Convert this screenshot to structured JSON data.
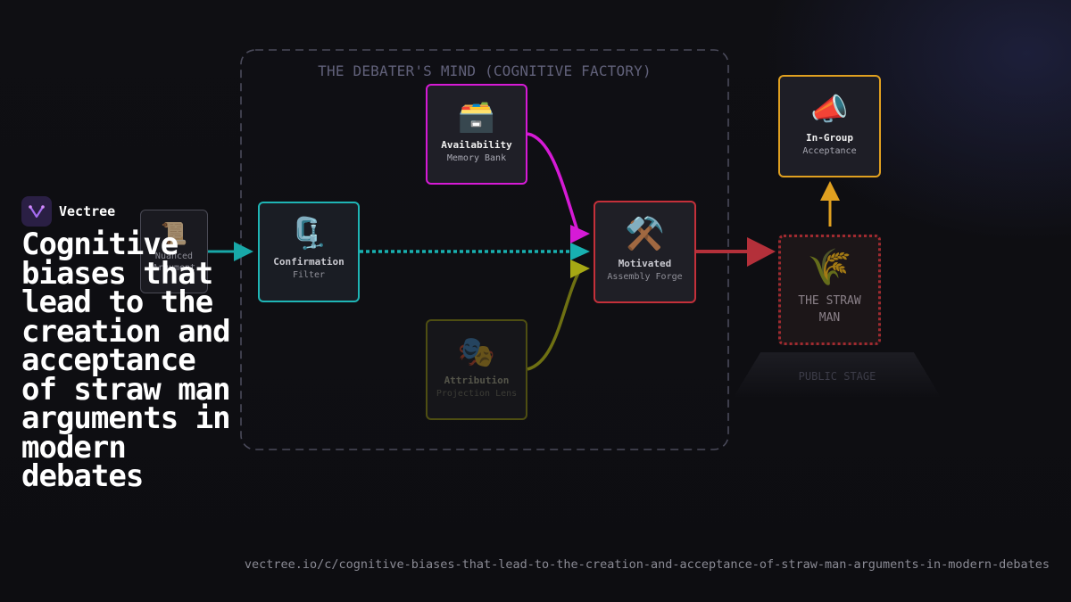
{
  "brand": {
    "name": "Vectree",
    "logo_icon": "vectree-v-logo"
  },
  "headline": "Cognitive biases that lead to the creation and acceptance of straw man arguments in modern debates",
  "url": "vectree.io/c/cognitive-biases-that-lead-to-the-creation-and-acceptance-of-straw-man-arguments-in-modern-debates",
  "factory": {
    "title": "THE DEBATER'S MIND (COGNITIVE FACTORY)"
  },
  "nodes": {
    "nuanced": {
      "icon": "scroll-icon",
      "emoji": "📜",
      "line1": "Nuanced",
      "line2": "Argument",
      "color": "#4a4a55"
    },
    "confirmation": {
      "icon": "clamp-icon",
      "emoji": "🗜️",
      "title": "Confirmation",
      "sub": "Filter",
      "color": "#1fb5b5"
    },
    "availability": {
      "icon": "card-file-box-icon",
      "emoji": "🗃️",
      "title": "Availability",
      "sub": "Memory Bank",
      "color": "#d81ad8"
    },
    "attribution": {
      "icon": "performing-arts-icon",
      "emoji": "🎭",
      "title": "Attribution",
      "sub": "Projection Lens",
      "color": "#5c5c14"
    },
    "motivated": {
      "icon": "hammer-and-pick-icon",
      "emoji": "⚒️",
      "title": "Motivated",
      "sub": "Assembly Forge",
      "color": "#c4303a"
    },
    "ingroup": {
      "icon": "megaphone-icon",
      "emoji": "📣",
      "title": "In-Group",
      "sub": "Acceptance",
      "color": "#e0a020"
    },
    "strawman": {
      "icon": "sheaf-of-rice-icon",
      "emoji": "🌾",
      "line1": "THE STRAW",
      "line2": "MAN",
      "color": "#a02a30"
    }
  },
  "public_stage": {
    "label": "PUBLIC STAGE"
  },
  "colors": {
    "teal": "#18b0b0",
    "magenta": "#d61ad6",
    "olive": "#a6a814",
    "red": "#b4303a",
    "gold": "#e0a020"
  }
}
